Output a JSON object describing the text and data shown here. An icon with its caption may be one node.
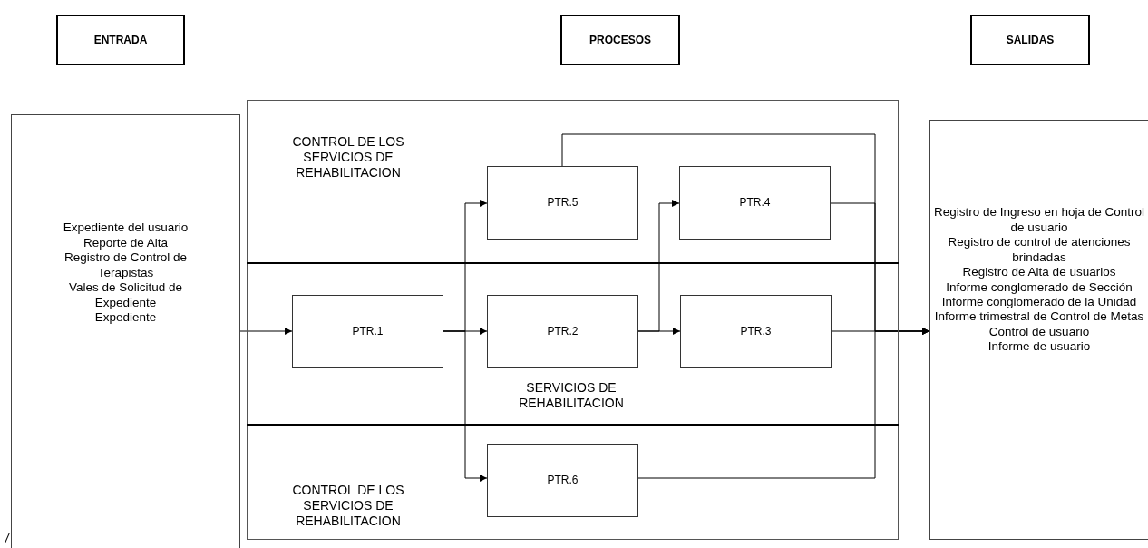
{
  "diagram": {
    "nodes": [
      {
        "text": [
          "ENTRADA"
        ]
      },
      {
        "text": [
          "PROCESOS"
        ]
      },
      {
        "text": [
          "SALIDAS"
        ]
      },
      {
        "text": [
          "Expediente del usuario",
          "Reporte de Alta",
          "Registro de Control de Terapistas",
          "Vales de Solicitud de Expediente",
          "Expediente"
        ]
      },
      {
        "text": [],
        "shape": "box"
      },
      {
        "text": [
          "CONTROL DE LOS SERVICIOS DE REHABILITACION"
        ],
        "in": 4
      },
      {
        "text": [
          "PTR.5"
        ],
        "in": 5
      },
      {
        "text": [
          "PTR.4"
        ],
        "in": 5
      },
      {
        "text": [
          "SERVICIOS DE REHABILITACION"
        ],
        "in": 4
      },
      {
        "text": [
          "PTR.1"
        ],
        "in": 8
      },
      {
        "text": [
          "PTR.2"
        ],
        "in": 8
      },
      {
        "text": [
          "PTR.3"
        ],
        "in": 8
      },
      {
        "text": [
          "CONTROL DE LOS SERVICIOS DE REHABILITACION"
        ],
        "in": 4
      },
      {
        "text": [
          "PTR.6"
        ],
        "in": 12
      },
      {
        "text": [
          "Registro de Ingreso en hoja de Control de usuario",
          "Registro de control de atenciones brindadas",
          "Registro de Alta de usuarios",
          "Informe conglomerado de Sección",
          "Informe conglomerado de la Unidad",
          "Informe trimestral de Control de Metas",
          "Control de usuario",
          "Informe de usuario"
        ]
      }
    ],
    "edges": [
      {
        "from": 3,
        "to": 9,
        "arrow": "to"
      },
      {
        "from": 9,
        "to": 10,
        "arrow": "to"
      },
      {
        "from": 9,
        "to": 6,
        "arrow": "to"
      },
      {
        "from": 9,
        "to": 13,
        "arrow": "to"
      },
      {
        "from": 10,
        "to": 11,
        "arrow": "to"
      },
      {
        "from": 10,
        "to": 7,
        "arrow": "to"
      },
      {
        "from": 6,
        "to": 14,
        "arrow": "to"
      },
      {
        "from": 7,
        "to": 14,
        "arrow": "to"
      },
      {
        "from": 11,
        "to": 14,
        "arrow": "to"
      },
      {
        "from": 13,
        "to": 14,
        "arrow": "to"
      }
    ],
    "labels": [
      "/"
    ]
  }
}
